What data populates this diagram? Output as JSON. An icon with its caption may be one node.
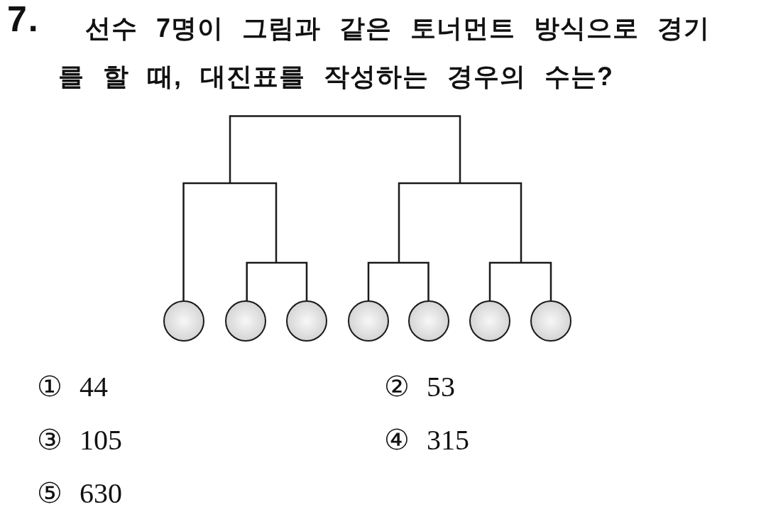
{
  "diagram": {
    "nodes": [
      {
        "text": [],
        "shape": "circle"
      },
      {
        "text": [],
        "shape": "circle"
      },
      {
        "text": [],
        "shape": "circle"
      },
      {
        "text": [],
        "shape": "circle"
      },
      {
        "text": [],
        "shape": "circle"
      },
      {
        "text": [],
        "shape": "circle"
      },
      {
        "text": [],
        "shape": "circle"
      }
    ],
    "labels": [
      "7.",
      "선수 7명이 그림과 같은 토너먼트 방식으로 경기를 할 때, 대진표를 작성하는 경우의 수는?",
      "① 44",
      "② 53",
      "③ 105",
      "④ 315",
      "⑤ 630"
    ]
  }
}
